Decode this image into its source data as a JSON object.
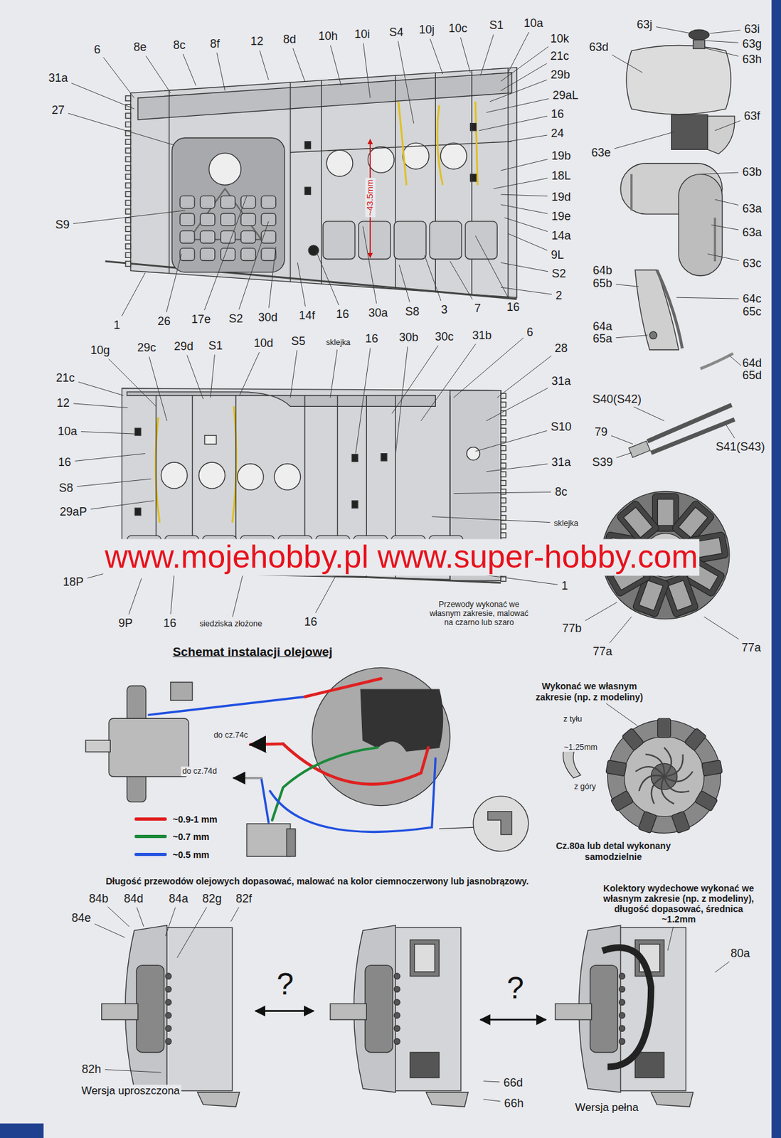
{
  "diagram": {
    "title": "Schemat instalacji olejowej",
    "labels": [
      "6",
      "8e",
      "8c",
      "8f",
      "12",
      "8d",
      "10h",
      "10i",
      "S4",
      "10j",
      "10c",
      "S1",
      "10a",
      "10k",
      "21c",
      "29b",
      "29aL",
      "16",
      "24",
      "19b",
      "18L",
      "19d",
      "19e",
      "14a",
      "9L",
      "S2",
      "2",
      "31a",
      "27",
      "S9",
      "1",
      "26",
      "17e",
      "S2",
      "30d",
      "14f",
      "16",
      "30a",
      "S8",
      "3",
      "7",
      "16",
      "~43.5mm",
      "63j",
      "63i",
      "63g",
      "63h",
      "63d",
      "63f",
      "63e",
      "63b",
      "63a",
      "63a",
      "63c",
      "64b",
      "65b",
      "64c",
      "65c",
      "64a",
      "65a",
      "64d",
      "65d",
      "S40(S42)",
      "79",
      "S41(S43)",
      "S39",
      "77b",
      "77a",
      "77a",
      "10g",
      "29c",
      "29d",
      "S1",
      "10d",
      "S5",
      "sklejka",
      "16",
      "30b",
      "30c",
      "31b",
      "6",
      "28",
      "31a",
      "S10",
      "31a",
      "8c",
      "sklejka",
      "9P",
      "1",
      "21c",
      "12",
      "10a",
      "16",
      "S8",
      "29aP",
      "18P",
      "9P",
      "16",
      "siedziska złożone",
      "16",
      "Przewody wykonać we własnym zakresie, malować na czarno lub szaro",
      "www.mojehobby.pl www.super-hobby.com",
      "do cz.74c",
      "do cz.74d",
      "Długość przewodów olejowych dopasować, malować na kolor ciemnoczerwony lub jasnobrązowy.",
      "Wykonać we własnym zakresie (np. z modeliny)",
      "z tyłu",
      "~1.25mm",
      "z góry",
      "Cz.80a lub detal wykonany samodzielnie",
      "84b",
      "84d",
      "84a",
      "82g",
      "82f",
      "84e",
      "82h",
      "Wersja uproszczona",
      "?",
      "?",
      "66d",
      "66h",
      "Kolektory wydechowe wykonać we własnym zakresie (np. z modeliny), długość dopasować, średnica ~1.2mm",
      "80a",
      "Wersja pełna"
    ],
    "legend": [
      {
        "text": "~0.9-1 mm",
        "color": "#e02020"
      },
      {
        "text": "~0.7 mm",
        "color": "#1a8a3a"
      },
      {
        "text": "~0.5 mm",
        "color": "#2050e0"
      }
    ]
  }
}
